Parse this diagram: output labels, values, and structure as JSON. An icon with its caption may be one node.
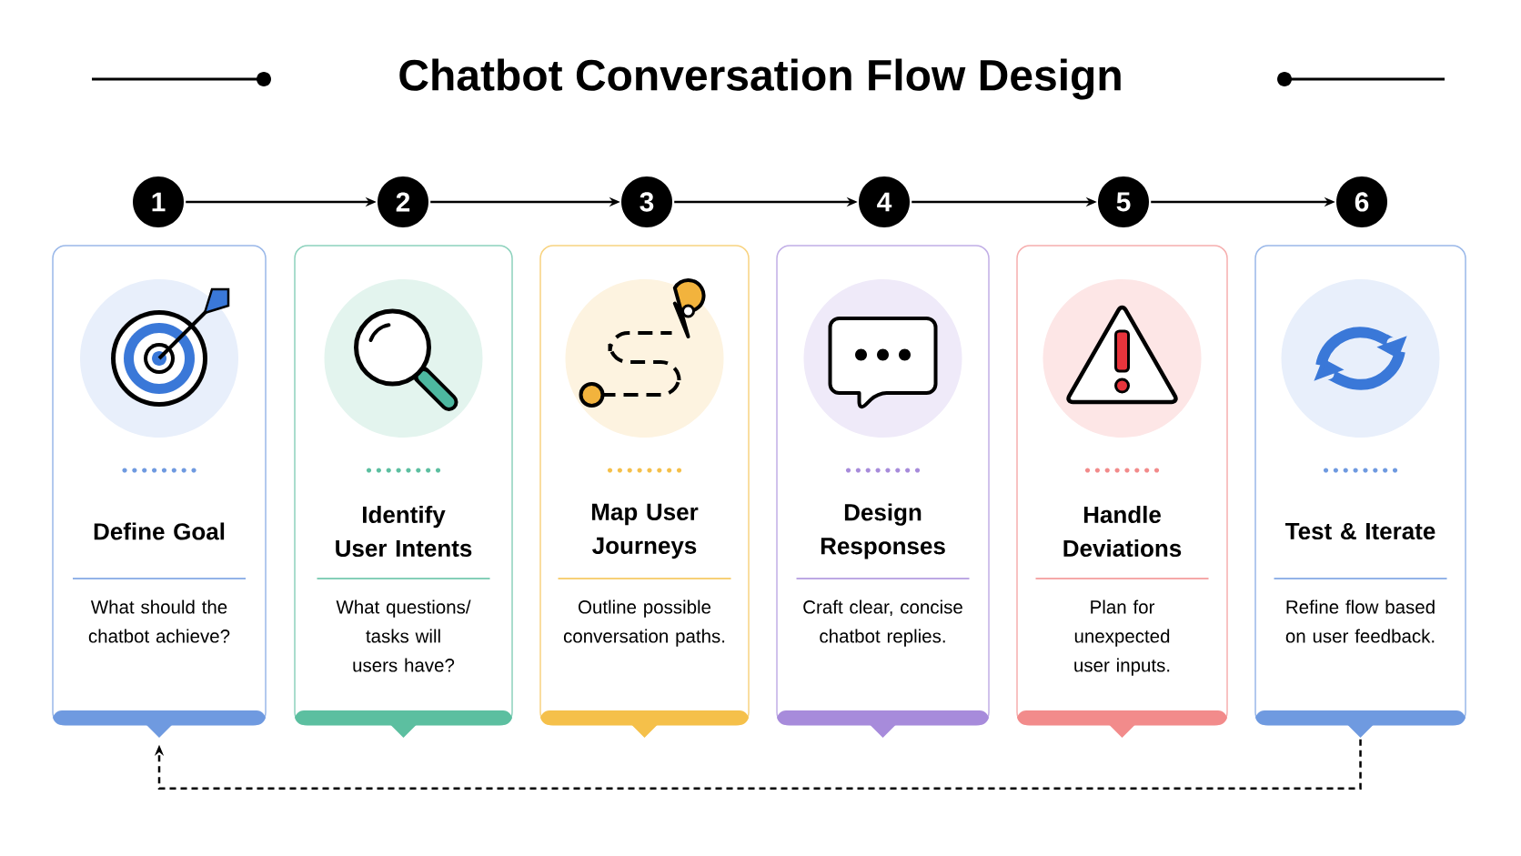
{
  "diagram": {
    "title": "Chatbot Conversation Flow Design",
    "nodes": [
      {
        "text": [
          "1"
        ]
      },
      {
        "text": [
          "2"
        ]
      },
      {
        "text": [
          "3"
        ]
      },
      {
        "text": [
          "4"
        ]
      },
      {
        "text": [
          "5"
        ]
      },
      {
        "text": [
          "6"
        ]
      },
      {
        "text": [
          "Define Goal",
          "What should the chatbot achieve?"
        ]
      },
      {
        "text": [
          "Identify User Intents",
          "What questions/ tasks will users have?"
        ]
      },
      {
        "text": [
          "Map User Journeys",
          "Outline possible conversation paths."
        ]
      },
      {
        "text": [
          "Design Responses",
          "Craft clear, concise chatbot replies."
        ]
      },
      {
        "text": [
          "Handle Deviations",
          "Plan for unexpected user inputs."
        ]
      },
      {
        "text": [
          "Test & Iterate",
          "Refine flow based on user feedback."
        ]
      }
    ],
    "edges": [
      {
        "from": 0,
        "to": 1,
        "arrow": "to"
      },
      {
        "from": 1,
        "to": 2,
        "arrow": "to"
      },
      {
        "from": 2,
        "to": 3,
        "arrow": "to"
      },
      {
        "from": 3,
        "to": 4,
        "arrow": "to"
      },
      {
        "from": 4,
        "to": 5,
        "arrow": "to"
      },
      {
        "from": 11,
        "to": 6,
        "arrow": "to",
        "style": "dashed"
      }
    ]
  }
}
